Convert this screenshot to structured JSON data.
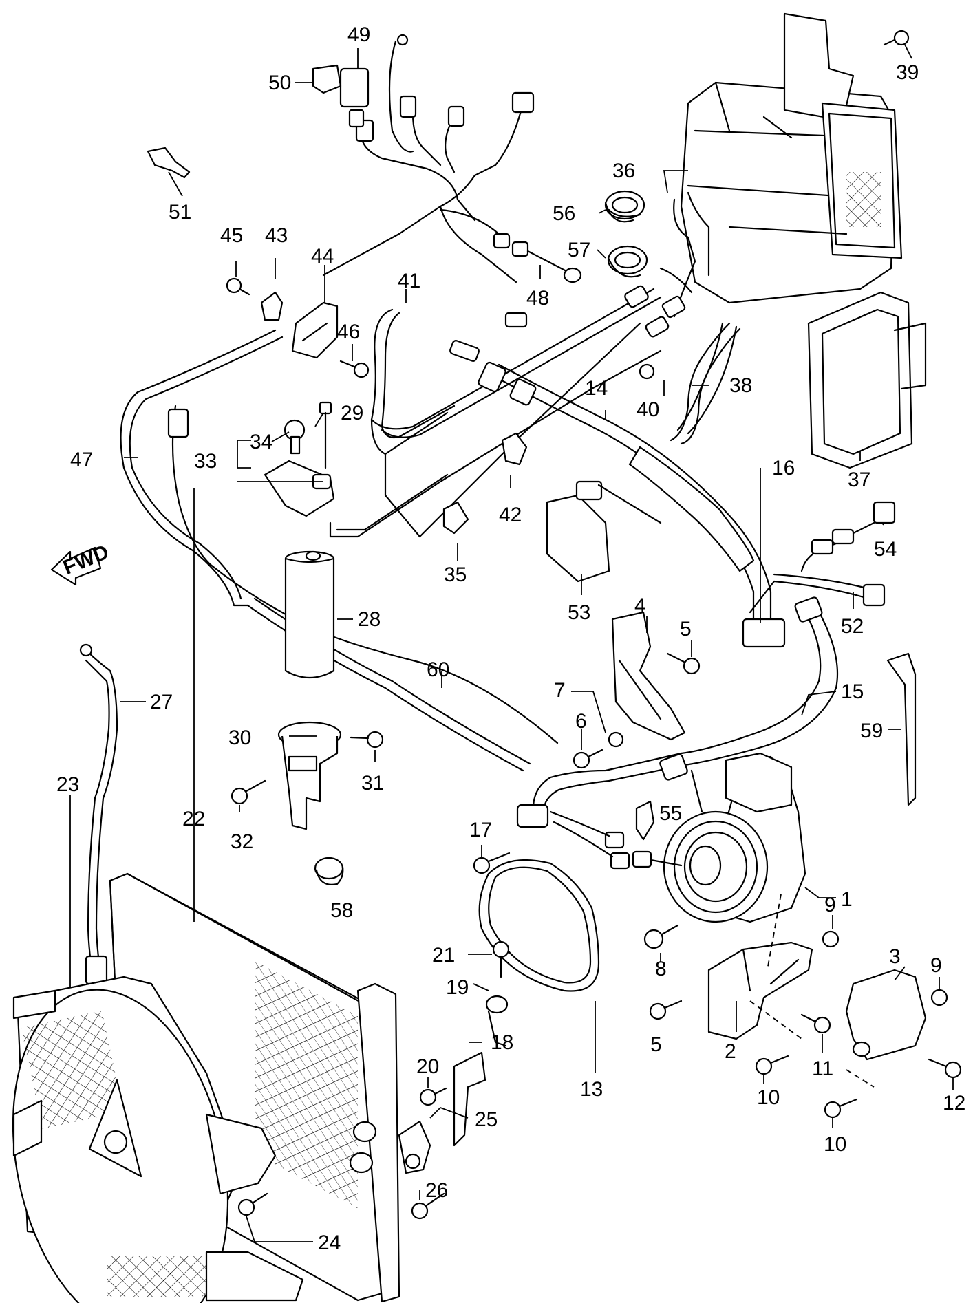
{
  "diagram": {
    "direction_label": "FWD",
    "callouts": [
      "1",
      "2",
      "3",
      "4",
      "5",
      "5",
      "6",
      "7",
      "8",
      "9",
      "9",
      "10",
      "10",
      "11",
      "12",
      "13",
      "14",
      "15",
      "16",
      "17",
      "18",
      "19",
      "20",
      "21",
      "22",
      "23",
      "24",
      "25",
      "26",
      "27",
      "28",
      "29",
      "30",
      "31",
      "32",
      "33",
      "34",
      "35",
      "36",
      "37",
      "38",
      "39",
      "40",
      "41",
      "42",
      "43",
      "44",
      "45",
      "46",
      "47",
      "48",
      "49",
      "50",
      "51",
      "52",
      "53",
      "54",
      "55",
      "56",
      "57",
      "58",
      "59",
      "60"
    ]
  }
}
